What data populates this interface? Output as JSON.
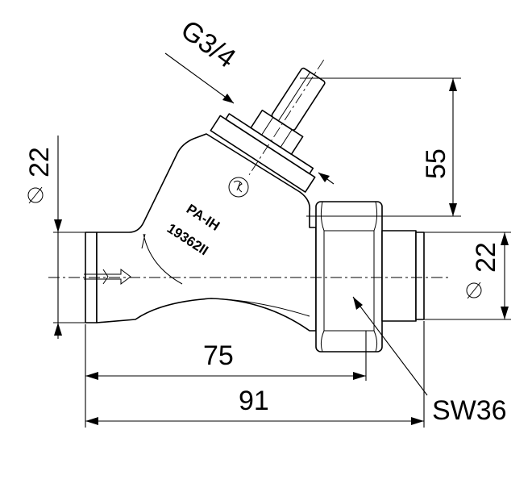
{
  "dimensions": {
    "thread": "G3/4",
    "height": "55",
    "diameter_left": "22",
    "diameter_right": "22",
    "length_inner": "75",
    "length_total": "91",
    "wrench_size": "SW36"
  },
  "body_markings": {
    "material": "PA-IH",
    "number": "19362II"
  }
}
